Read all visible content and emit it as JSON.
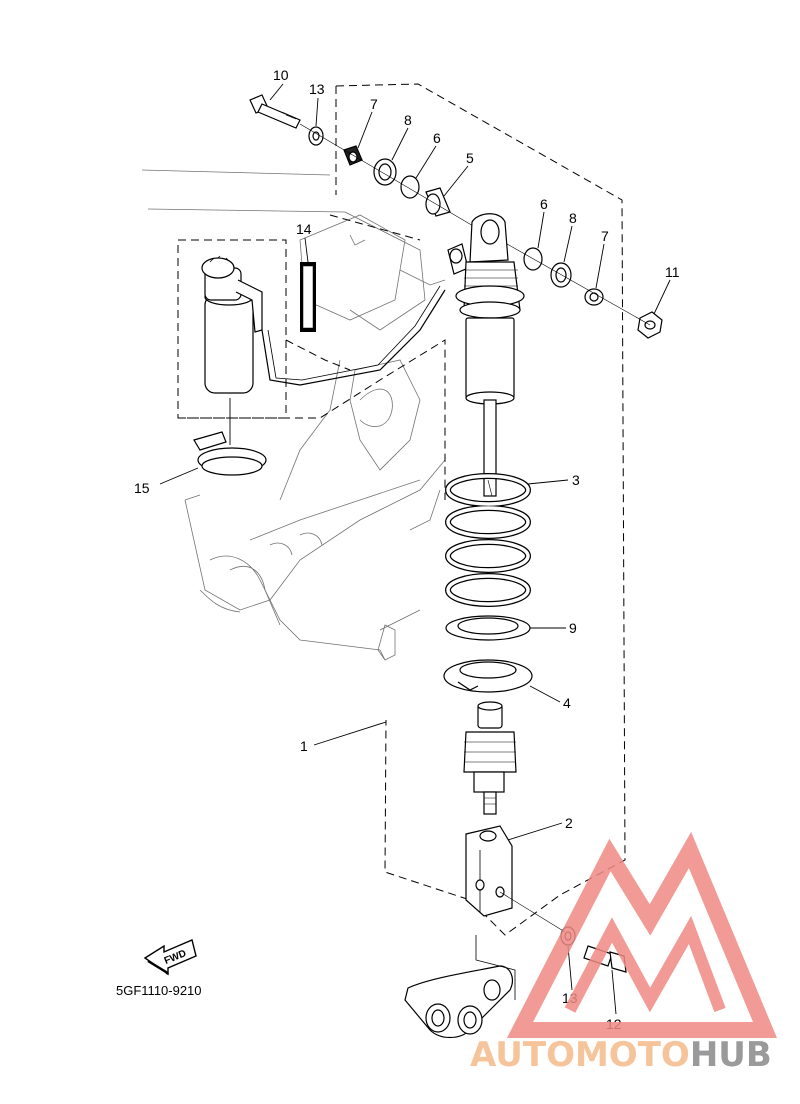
{
  "diagram": {
    "part_code": "5GF1110-9210",
    "fwd_label": "FWD",
    "callouts": [
      {
        "id": "c10",
        "text": "10"
      },
      {
        "id": "c13a",
        "text": "13"
      },
      {
        "id": "c7a",
        "text": "7"
      },
      {
        "id": "c8a",
        "text": "8"
      },
      {
        "id": "c6a",
        "text": "6"
      },
      {
        "id": "c5",
        "text": "5"
      },
      {
        "id": "c6b",
        "text": "6"
      },
      {
        "id": "c8b",
        "text": "8"
      },
      {
        "id": "c7b",
        "text": "7"
      },
      {
        "id": "c11",
        "text": "11"
      },
      {
        "id": "c14",
        "text": "14"
      },
      {
        "id": "c15",
        "text": "15"
      },
      {
        "id": "c3",
        "text": "3"
      },
      {
        "id": "c9",
        "text": "9"
      },
      {
        "id": "c4",
        "text": "4"
      },
      {
        "id": "c1",
        "text": "1"
      },
      {
        "id": "c2",
        "text": "2"
      },
      {
        "id": "c13b",
        "text": "13"
      },
      {
        "id": "c12",
        "text": "12"
      }
    ]
  },
  "watermark": {
    "brand_a": "AUTOMOTO",
    "brand_b": "HUB",
    "colors": {
      "triangle": "#f08a84",
      "brand_a": "#f6c49a",
      "brand_b": "#9a9a9a"
    }
  }
}
